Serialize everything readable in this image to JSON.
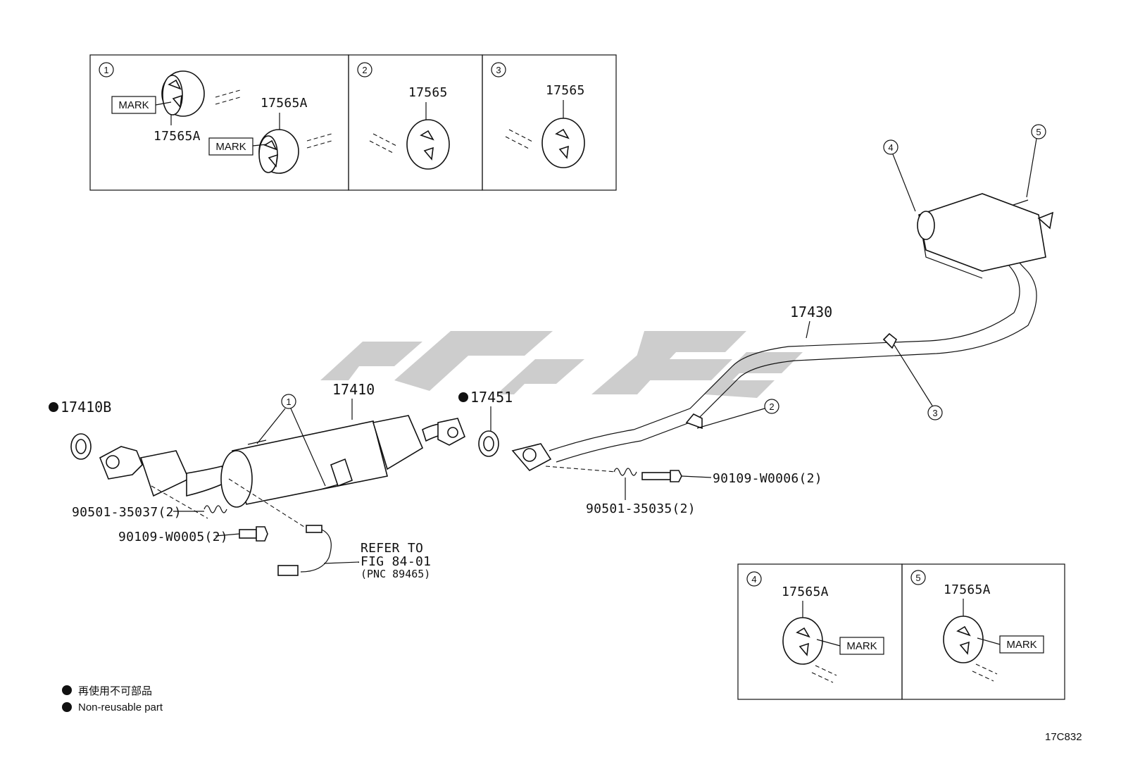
{
  "callouts": {
    "c1": "1",
    "c2": "2",
    "c3": "3",
    "c4": "4",
    "c5": "5"
  },
  "boxes": {
    "box1": {
      "number": "1",
      "part_upper": "17565A",
      "part_lower": "17565A",
      "mark1": "MARK",
      "mark2": "MARK"
    },
    "box2": {
      "number": "2",
      "part": "17565"
    },
    "box3": {
      "number": "3",
      "part": "17565"
    },
    "box4": {
      "number": "4",
      "part": "17565A",
      "mark": "MARK"
    },
    "box5": {
      "number": "5",
      "part": "17565A",
      "mark": "MARK"
    }
  },
  "parts": {
    "gasket_front": "17410B",
    "front_pipe": "17410",
    "gasket_center": "17451",
    "tail_pipe": "17430",
    "spring_front": "90501-35037(2)",
    "bolt_front": "90109-W0005(2)",
    "spring_center": "90501-35035(2)",
    "bolt_center": "90109-W0006(2)"
  },
  "refer": {
    "line1": "REFER TO",
    "line2": "FIG 84-01",
    "line3": "(PNC 89465)"
  },
  "legend": {
    "jp": "再使用不可部品",
    "en": "Non-reusable part"
  },
  "figure_code": "17C832",
  "colors": {
    "ink": "#111111",
    "watermark": "#c8c8c8"
  }
}
